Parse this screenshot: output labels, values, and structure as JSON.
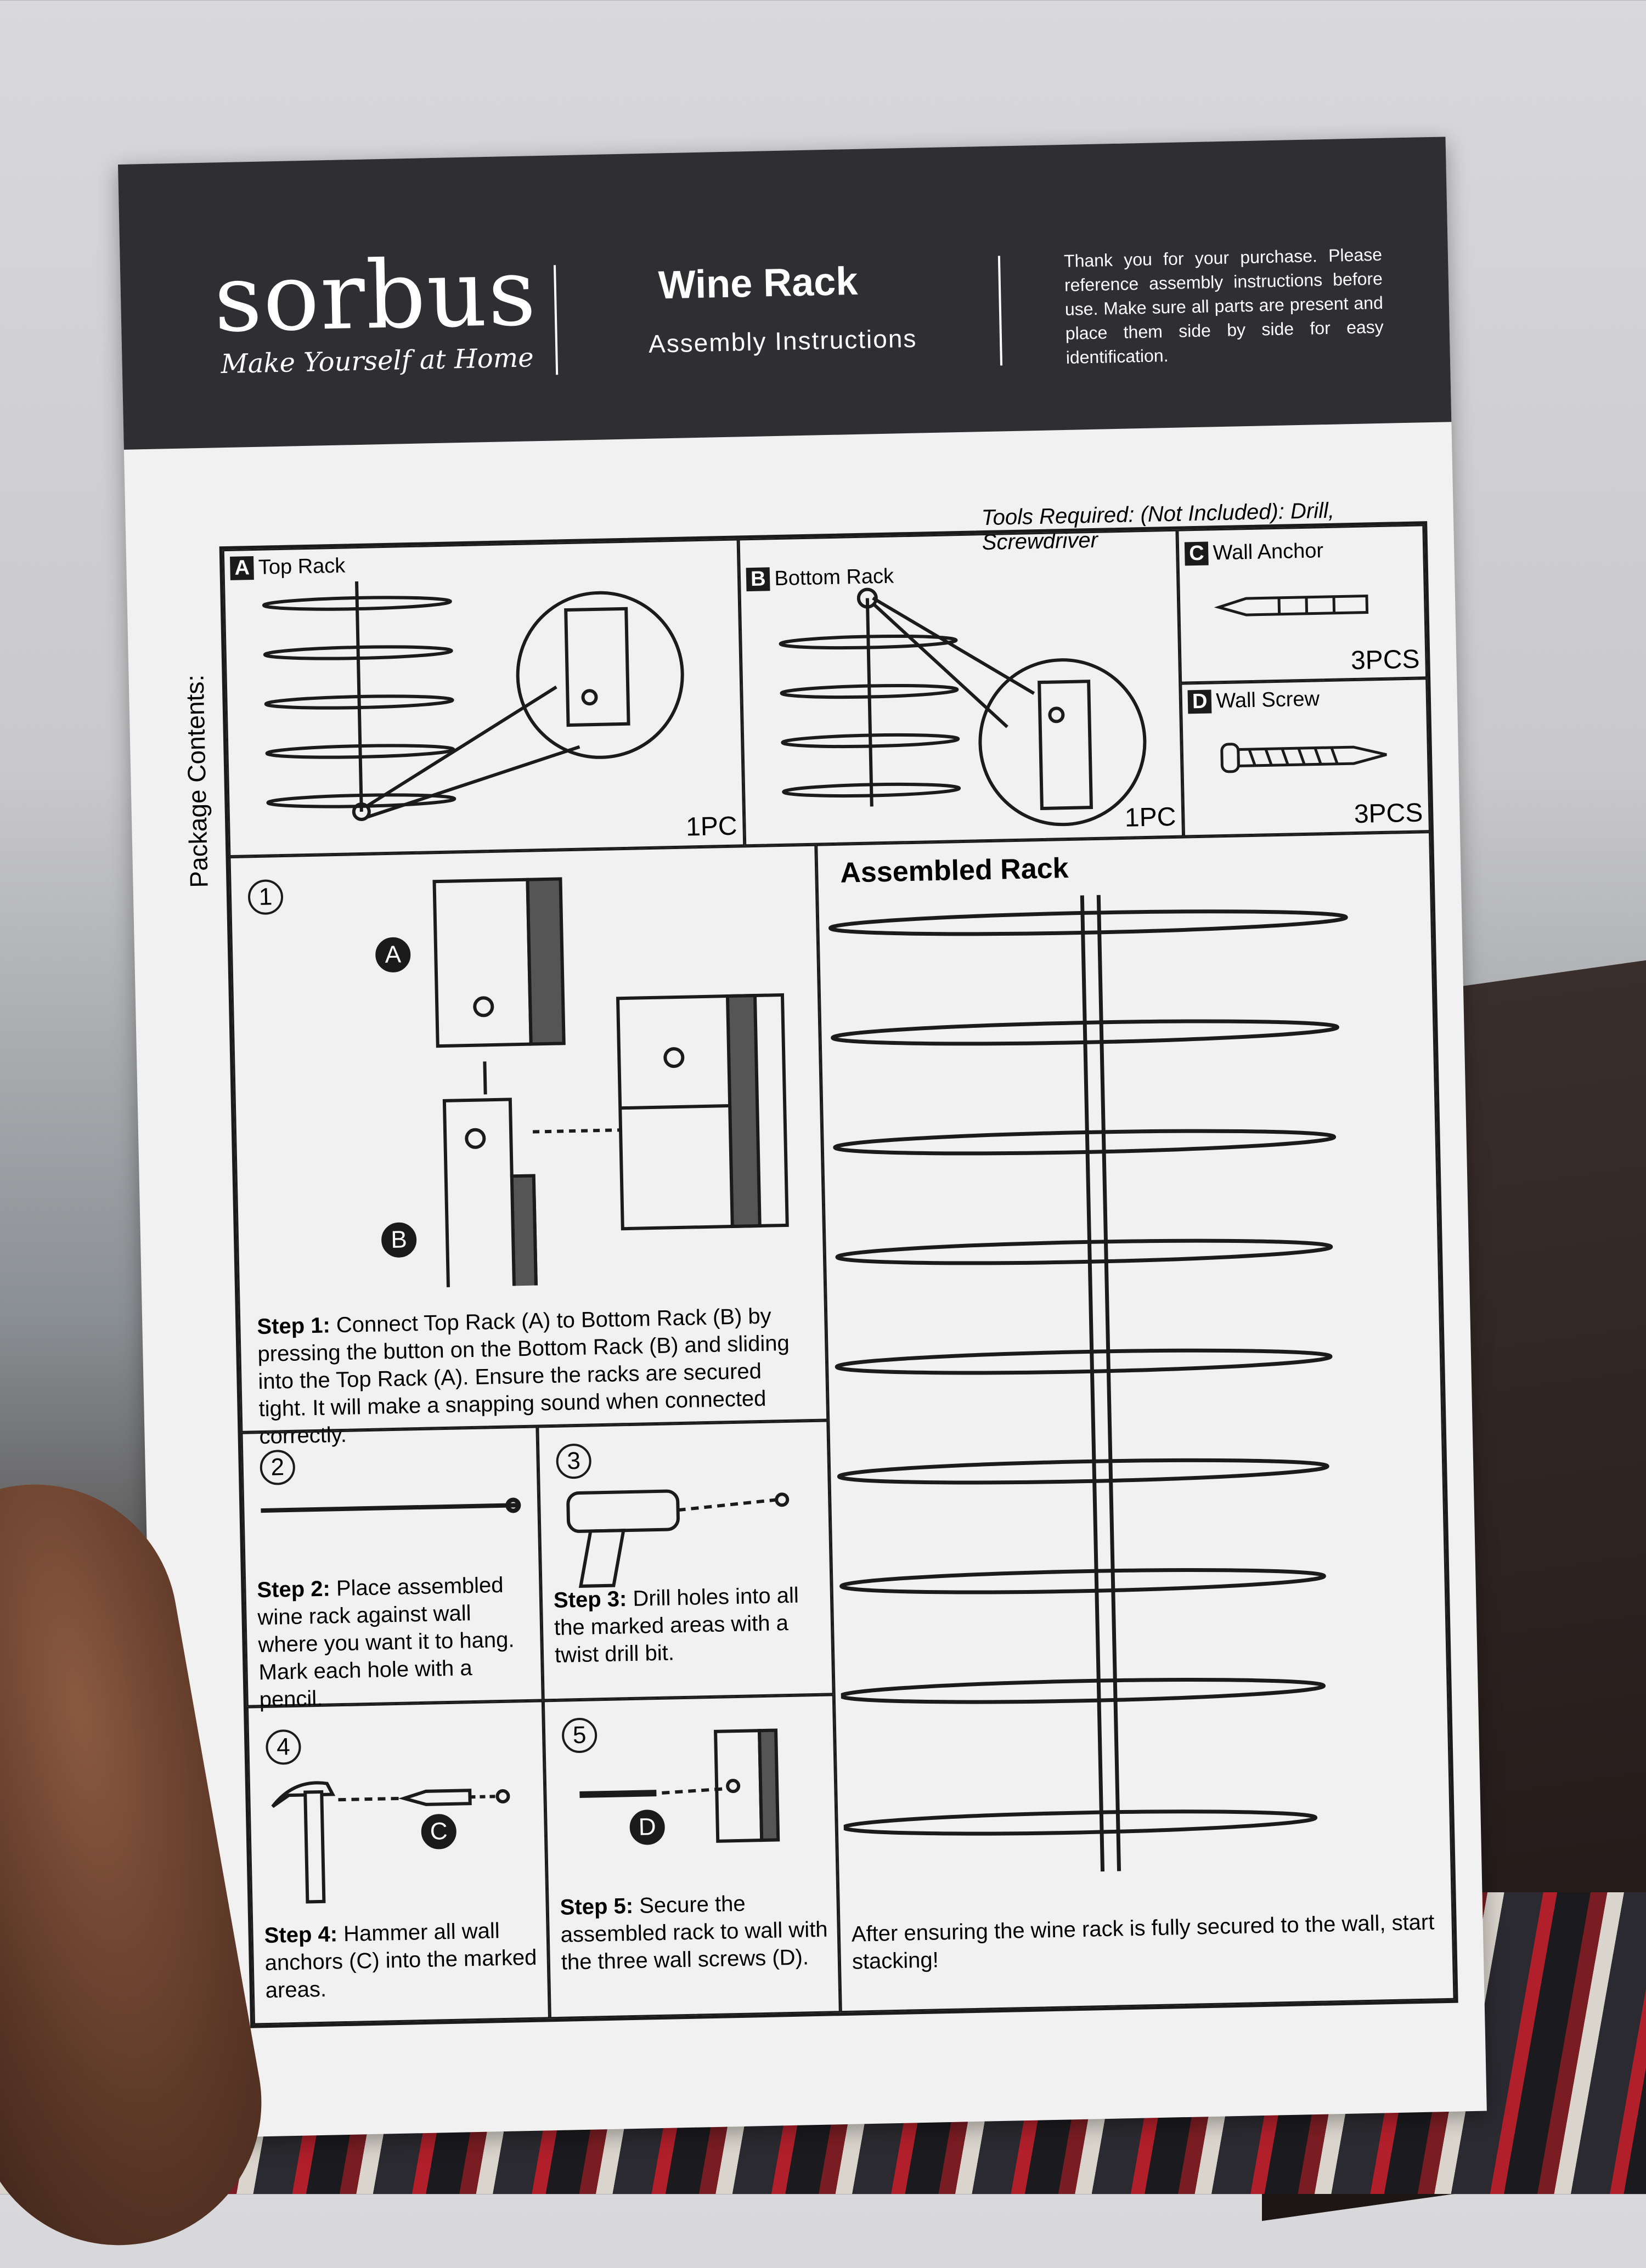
{
  "header": {
    "brand": "sorbus",
    "tagline": "Make Yourself at Home",
    "title": "Wine Rack",
    "subtitle": "Assembly Instructions",
    "thanks": "Thank you for your purchase. Please reference assembly instructions before use. Make sure all parts are present and place them side by side for easy identification."
  },
  "package": {
    "side_label": "Package Contents:",
    "tools": "Tools Required: (Not Included): Drill, Screwdriver",
    "parts": [
      {
        "letter": "A",
        "name": "Top Rack",
        "qty": "1PC"
      },
      {
        "letter": "B",
        "name": "Bottom Rack",
        "qty": "1PC"
      },
      {
        "letter": "C",
        "name": "Wall Anchor",
        "qty": "3PCS"
      },
      {
        "letter": "D",
        "name": "Wall Screw",
        "qty": "3PCS"
      }
    ]
  },
  "steps": [
    {
      "num": "1",
      "label": "Step 1:",
      "text": "Connect Top Rack (A) to Bottom Rack (B) by pressing the button on the Bottom Rack (B) and sliding into the Top Rack (A). Ensure the racks are secured tight. It will make a snapping sound when connected correctly."
    },
    {
      "num": "2",
      "label": "Step 2:",
      "text": "Place assembled wine rack against wall where you want it to hang. Mark each hole with a pencil."
    },
    {
      "num": "3",
      "label": "Step 3:",
      "text": "Drill holes into all the marked areas with a twist drill bit."
    },
    {
      "num": "4",
      "label": "Step 4:",
      "text": "Hammer all wall anchors (C) into the marked areas."
    },
    {
      "num": "5",
      "label": "Step 5:",
      "text": "Secure the assembled rack to wall with the three wall screws (D)."
    }
  ],
  "diagram_letters": {
    "a": "A",
    "b": "B",
    "c": "C",
    "d": "D"
  },
  "assembled": {
    "title": "Assembled Rack",
    "note": "After ensuring the wine rack is fully secured to the wall, start stacking!"
  }
}
